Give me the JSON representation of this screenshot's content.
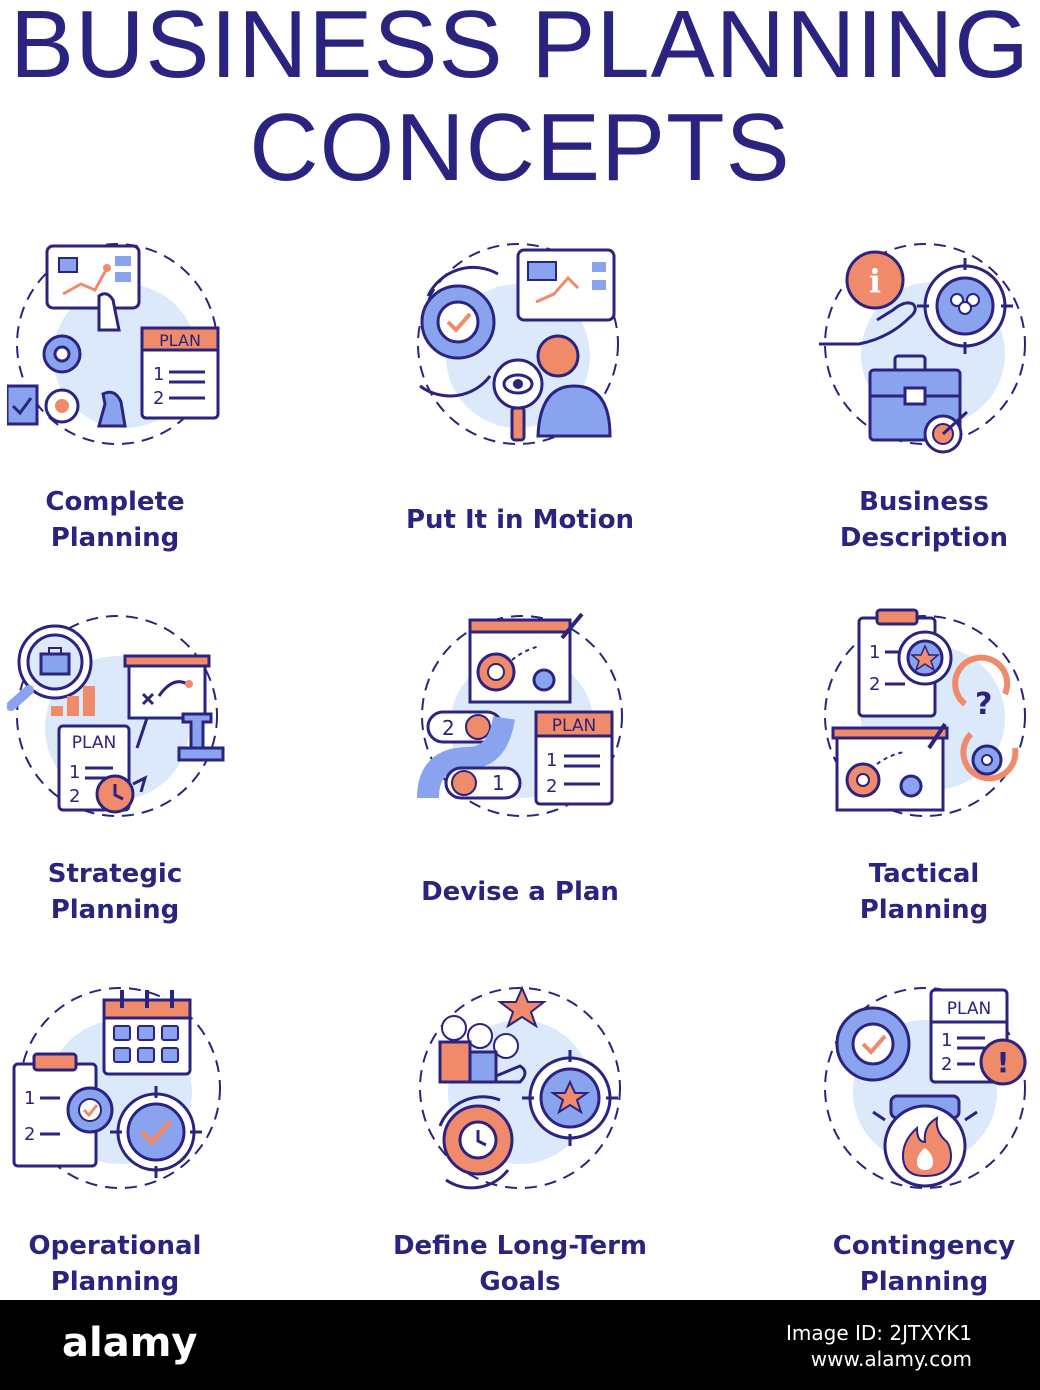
{
  "title": {
    "line1": "BUSINESS PLANNING",
    "line2": "CONCEPTS"
  },
  "colors": {
    "navy": "#2b2380",
    "coral": "#ef8a6a",
    "blue": "#8aa3ee",
    "pale": "#dbe9fb",
    "footer": "#000000"
  },
  "concepts": [
    {
      "line1": "Complete",
      "line2": "Planning",
      "icon": "planning-dashboard-icon"
    },
    {
      "line1": "Put It in Motion",
      "line2": "",
      "icon": "gear-motion-icon"
    },
    {
      "line1": "Business",
      "line2": "Description",
      "icon": "briefcase-target-icon"
    },
    {
      "line1": "Strategic",
      "line2": "Planning",
      "icon": "strategy-board-icon"
    },
    {
      "line1": "Devise a Plan",
      "line2": "",
      "icon": "plan-path-icon"
    },
    {
      "line1": "Tactical",
      "line2": "Planning",
      "icon": "tactical-board-icon"
    },
    {
      "line1": "Operational",
      "line2": "Planning",
      "icon": "calendar-gear-icon"
    },
    {
      "line1": "Define Long-Term",
      "line2": "Goals",
      "icon": "goal-star-icon"
    },
    {
      "line1": "Contingency",
      "line2": "Planning",
      "icon": "contingency-fire-icon"
    }
  ],
  "footer": {
    "logo": "alamy",
    "line1": "Image ID: 2JTXYK1",
    "line2": "www.alamy.com"
  }
}
